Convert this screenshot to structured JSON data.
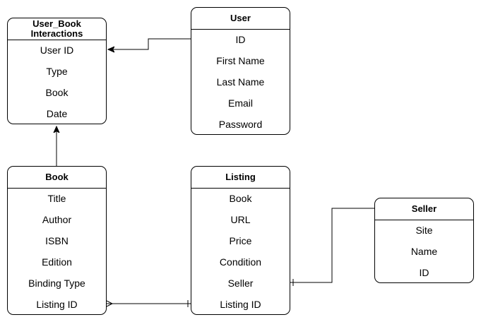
{
  "entities": [
    {
      "id": "user-book-interactions",
      "title": "User_Book Interactions",
      "attributes": [
        "User ID",
        "Type",
        "Book",
        "Date"
      ]
    },
    {
      "id": "user",
      "title": "User",
      "attributes": [
        "ID",
        "First Name",
        "Last Name",
        "Email",
        "Password"
      ]
    },
    {
      "id": "book",
      "title": "Book",
      "attributes": [
        "Title",
        "Author",
        "ISBN",
        "Edition",
        "Binding Type",
        "Listing ID"
      ]
    },
    {
      "id": "listing",
      "title": "Listing",
      "attributes": [
        "Book",
        "URL",
        "Price",
        "Condition",
        "Seller",
        "Listing ID"
      ]
    },
    {
      "id": "seller",
      "title": "Seller",
      "attributes": [
        "Site",
        "Name",
        "ID"
      ]
    }
  ],
  "relationships": [
    {
      "from": "user.ID",
      "to": "user-book-interactions.User ID",
      "end": "arrow"
    },
    {
      "from": "book",
      "to": "user-book-interactions",
      "end": "arrow"
    },
    {
      "from": "book.Listing ID",
      "to": "listing.Listing ID",
      "start": "crow-foot-many",
      "end": "one"
    },
    {
      "from": "seller",
      "to": "listing.Seller",
      "end": "one"
    }
  ]
}
